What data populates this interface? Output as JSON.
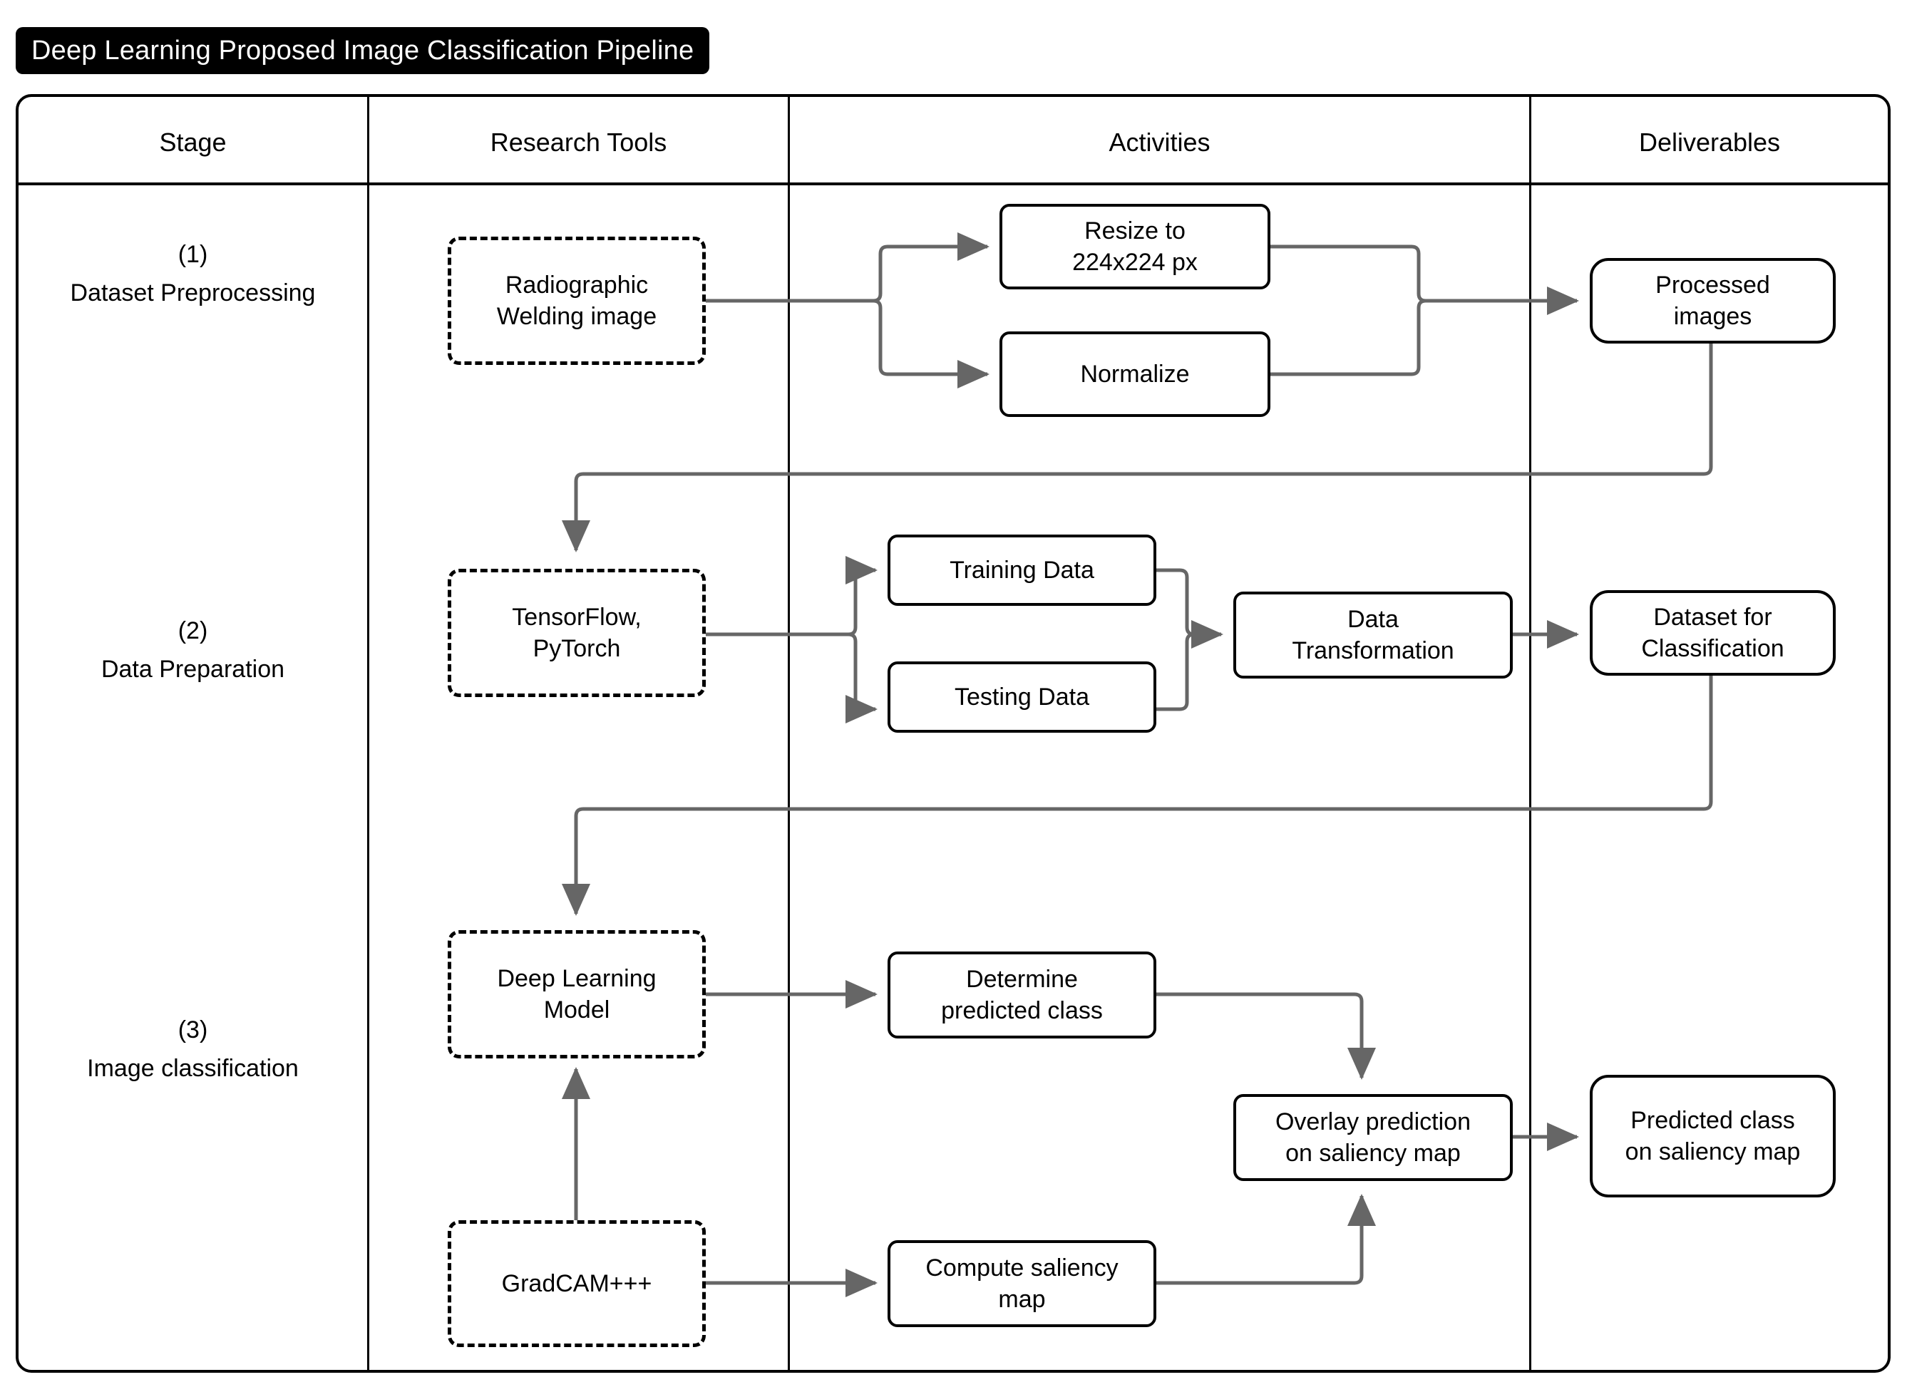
{
  "title": "Deep Learning Proposed Image Classification Pipeline",
  "columns": {
    "stage": "Stage",
    "tools": "Research Tools",
    "activities": "Activities",
    "deliverables": "Deliverables"
  },
  "stages": [
    {
      "number": "(1)",
      "name": "Dataset Preprocessing"
    },
    {
      "number": "(2)",
      "name": "Data Preparation"
    },
    {
      "number": "(3)",
      "name": "Image classification"
    }
  ],
  "nodes": {
    "radiographic_welding_image": "Radiographic\nWelding image",
    "resize": "Resize to\n224x224 px",
    "normalize": "Normalize",
    "processed_images": "Processed\nimages",
    "tensorflow_pytorch": "TensorFlow,\nPyTorch",
    "training_data": "Training Data",
    "testing_data": "Testing Data",
    "data_transformation": "Data\nTransformation",
    "dataset_for_classification": "Dataset for\nClassification",
    "deep_learning_model": "Deep Learning\nModel",
    "determine_predicted_class": "Determine\npredicted class",
    "gradcam": "GradCAM+++",
    "compute_saliency_map": "Compute saliency\nmap",
    "overlay_prediction": "Overlay prediction\non saliency map",
    "predicted_class_on_saliency_map": "Predicted class\non saliency map"
  },
  "colors": {
    "banner_background": "#000000",
    "banner_text": "#ffffff",
    "border": "#000000",
    "connector": "#666666",
    "background": "#ffffff"
  }
}
